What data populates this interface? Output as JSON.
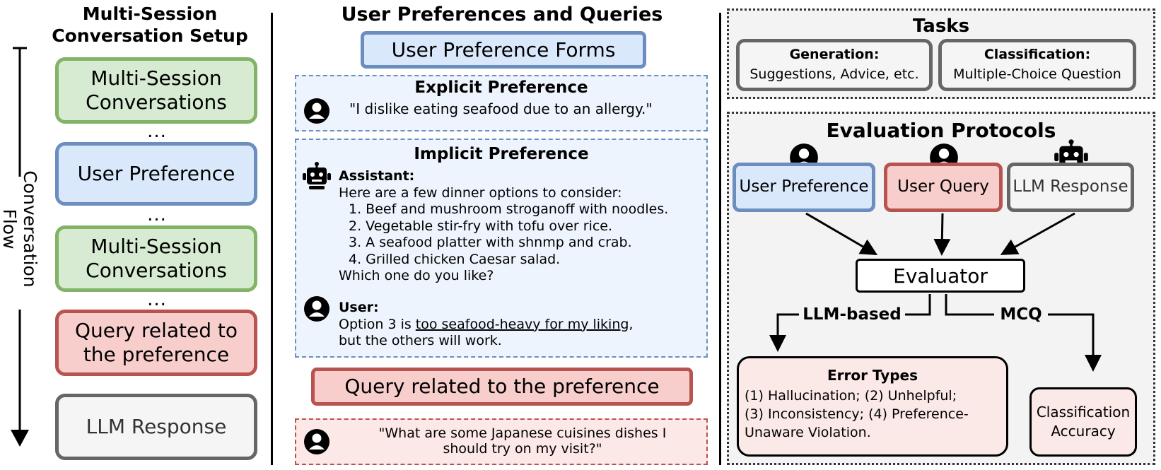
{
  "left": {
    "title_line1": "Multi-Session",
    "title_line2": "Conversation Setup",
    "flow_label": "Conversation Flow",
    "box1_line1": "Multi-Session",
    "box1_line2": "Conversations",
    "dots1": "...",
    "box2": "User Preference",
    "dots2": "...",
    "box3_line1": "Multi-Session",
    "box3_line2": "Conversations",
    "dots3": "...",
    "box4_line1": "Query related to",
    "box4_line2": "the preference",
    "box5": "LLM Response"
  },
  "middle": {
    "title": "User Preferences and Queries",
    "forms_label": "User Preference Forms",
    "explicit": {
      "title": "Explicit Preference",
      "quote": "\"I dislike eating seafood due to an allergy.\""
    },
    "implicit": {
      "title": "Implicit Preference",
      "assistant_label": "Assistant:",
      "intro": "Here are a few dinner options to consider:",
      "options": [
        "1. Beef and mushroom stroganoff with noodles.",
        "2. Vegetable stir-fry with tofu over rice.",
        "3. A seafood platter with shnmp and crab.",
        "4. Grilled chicken Caesar salad."
      ],
      "question": "Which one do you like?",
      "user_label": "User:",
      "reply_prefix": "Option 3 is ",
      "reply_underlined": "too seafood-heavy for my liking",
      "reply_suffix": ",",
      "reply_line2": "but the others will work."
    },
    "query_label": "Query related to the preference",
    "query_line1": "\"What are some Japanese cuisines dishes I",
    "query_line2": "should try on my visit?\""
  },
  "right": {
    "tasks": {
      "title": "Tasks",
      "generation_title": "Generation:",
      "generation_desc": "Suggestions, Advice, etc.",
      "classification_title": "Classification:",
      "classification_desc": "Multiple-Choice Question"
    },
    "protocols": {
      "title": "Evaluation Protocols",
      "user_preference": "User Preference",
      "user_query": "User Query",
      "llm_response": "LLM Response",
      "evaluator": "Evaluator",
      "llm_based": "LLM-based",
      "mcq": "MCQ",
      "error_title": "Error Types",
      "error_line1": "(1) Hallucination; (2) Unhelpful;",
      "error_line2": "(3) Inconsistency; (4) Preference-",
      "error_line3": "Unaware Violation.",
      "accuracy_line1": "Classification",
      "accuracy_line2": "Accuracy"
    }
  },
  "colors": {
    "green_fill": "#d6ebd1",
    "green_stroke": "#82b366",
    "blue_fill": "#dae8fc",
    "blue_stroke": "#6c8ebf",
    "red_fill": "#f8cecc",
    "red_stroke": "#b85450",
    "gray_fill": "#f5f5f5",
    "gray_stroke": "#666666"
  },
  "icons": [
    "user-icon",
    "robot-icon",
    "arrow-icon"
  ]
}
